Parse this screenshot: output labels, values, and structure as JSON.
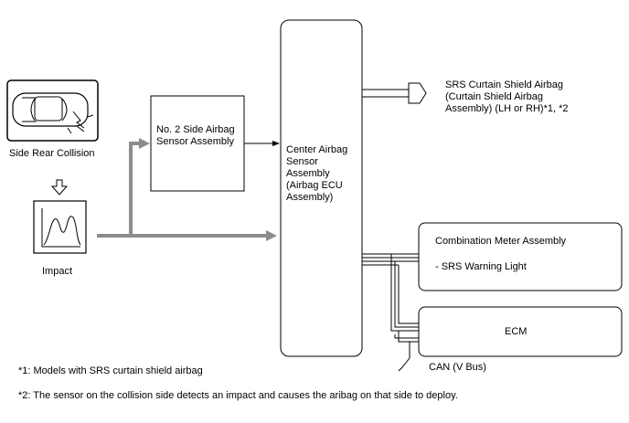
{
  "collision": {
    "label": "Side Rear Collision"
  },
  "impact": {
    "label": "Impact"
  },
  "side_sensor": {
    "line1": "No. 2 Side Airbag",
    "line2": "Sensor Assembly"
  },
  "center_sensor": {
    "line1": "Center Airbag",
    "line2": "Sensor",
    "line3": "Assembly",
    "line4": "(Airbag ECU",
    "line5": "Assembly)"
  },
  "curtain_airbag": {
    "line1": "SRS Curtain Shield Airbag",
    "line2": "(Curtain Shield Airbag",
    "line3": "Assembly) (LH or RH)*1, *2"
  },
  "combination_meter": {
    "title": "Combination Meter Assembly",
    "item": "- SRS Warning Light"
  },
  "ecm": {
    "label": "ECM"
  },
  "can_bus": {
    "label": "CAN (V Bus)"
  },
  "notes": {
    "note1": "*1: Models with SRS curtain shield airbag",
    "note2": "*2: The sensor on the collision side detects an impact and causes the aribag on that side to deploy."
  },
  "colors": {
    "gray_line": "#8c8c8c",
    "black": "#000000"
  }
}
